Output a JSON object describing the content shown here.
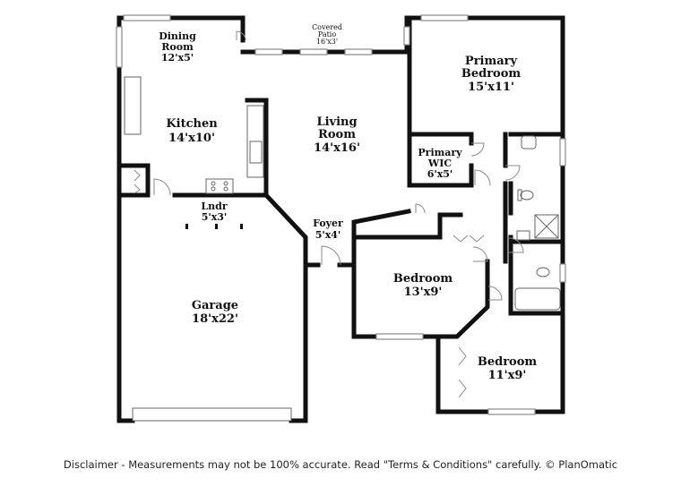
{
  "rooms": {
    "dining": {
      "name_1": "Dining",
      "name_2": "Room",
      "dim": "12'x5'"
    },
    "patio": {
      "name_1": "Covered",
      "name_2": "Patio",
      "dim": "16'x3'"
    },
    "primary_bedroom": {
      "name_1": "Primary",
      "name_2": "Bedroom",
      "dim": "15'x11'"
    },
    "kitchen": {
      "name": "Kitchen",
      "dim": "14'x10'"
    },
    "living": {
      "name_1": "Living",
      "name_2": "Room",
      "dim": "14'x16'"
    },
    "primary_wic": {
      "name_1": "Primary",
      "name_2": "WIC",
      "dim": "6'x5'"
    },
    "laundry": {
      "name": "Lndr",
      "dim": "5'x3'"
    },
    "foyer": {
      "name": "Foyer",
      "dim": "5'x4'"
    },
    "bedroom_2": {
      "name": "Bedroom",
      "dim": "13'x9'"
    },
    "garage": {
      "name": "Garage",
      "dim": "18'x22'"
    },
    "bedroom_3": {
      "name": "Bedroom",
      "dim": "11'x9'"
    }
  },
  "footer": {
    "disclaimer": "Disclaimer - Measurements may not be 100% accurate. Read \"Terms & Conditions\" carefully. © PlanOmatic"
  },
  "colors": {
    "wall": "#111111",
    "window": "#888888",
    "fixture": "#666666"
  }
}
